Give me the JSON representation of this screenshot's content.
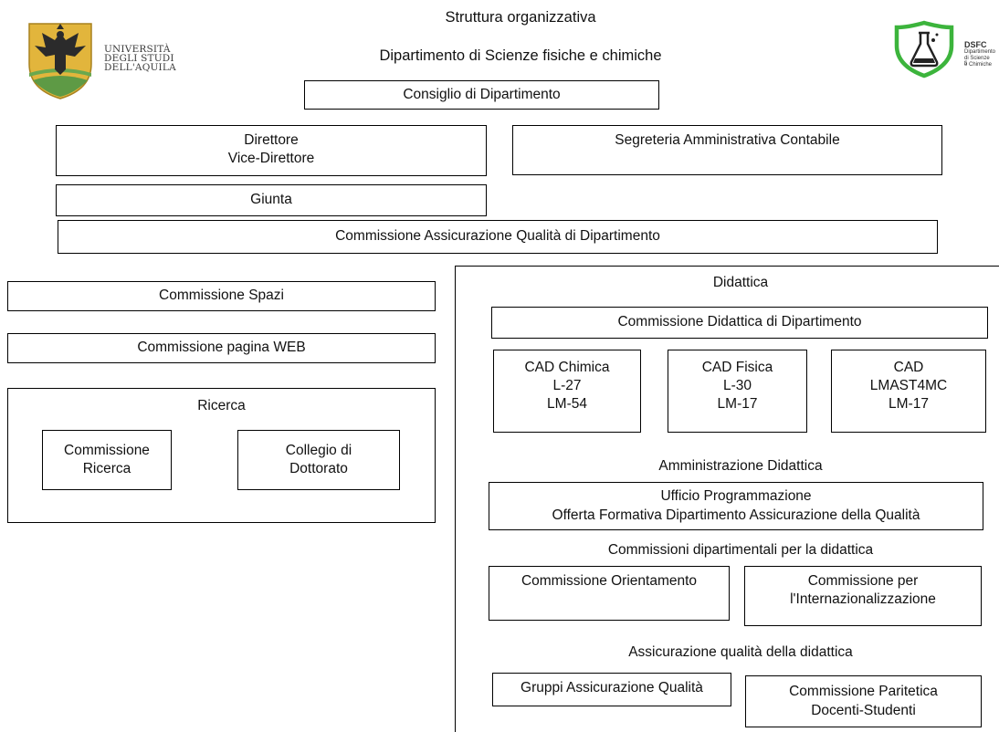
{
  "header": {
    "title": "Struttura organizzativa",
    "subtitle": "Dipartimento di Scienze fisiche e chimiche"
  },
  "logos": {
    "university": {
      "line1": "UNIVERSITÀ",
      "line2": "DEGLI STUDI",
      "line3": "DELL'AQUILA",
      "icon": "eagle-crest-icon"
    },
    "department": {
      "abbr": "DSFC",
      "line1": "Dipartimento",
      "line2": "di Scienze fi",
      "line3": "e Chimiche",
      "icon": "flask-shield-icon",
      "accent": "#3cb43c"
    }
  },
  "governance": {
    "consiglio": "Consiglio di Dipartimento",
    "direttore": "Direttore",
    "vice_direttore": "Vice-Direttore",
    "segreteria": "Segreteria Amministrativa Contabile",
    "giunta": "Giunta",
    "qualita": "Commissione Assicurazione Qualità di Dipartimento"
  },
  "left": {
    "spazi": "Commissione Spazi",
    "web": "Commissione pagina WEB",
    "ricerca": {
      "title": "Ricerca",
      "commissione_l1": "Commissione",
      "commissione_l2": "Ricerca",
      "collegio_l1": "Collegio di",
      "collegio_l2": "Dottorato"
    }
  },
  "didattica": {
    "title": "Didattica",
    "commissione": "Commissione Didattica di Dipartimento",
    "cad": [
      {
        "l1": "CAD Chimica",
        "l2": "L-27",
        "l3": "LM-54"
      },
      {
        "l1": "CAD Fisica",
        "l2": "L-30",
        "l3": "LM-17"
      },
      {
        "l1": "CAD",
        "l2": "LMAST4MC",
        "l3": "LM-17"
      }
    ],
    "amministrazione": "Amministrazione Didattica",
    "ufficio_l1": "Ufficio Programmazione",
    "ufficio_l2": "Offerta Formativa Dipartimento Assicurazione della Qualità",
    "commissioni_title": "Commissioni dipartimentali per la didattica",
    "orientamento": "Commissione Orientamento",
    "intern_l1": "Commissione per",
    "intern_l2": "l'Internazionalizzazione",
    "aq_title": "Assicurazione qualità della didattica",
    "gruppi": "Gruppi Assicurazione Qualità",
    "paritetica_l1": "Commissione Paritetica",
    "paritetica_l2": "Docenti-Studenti"
  }
}
